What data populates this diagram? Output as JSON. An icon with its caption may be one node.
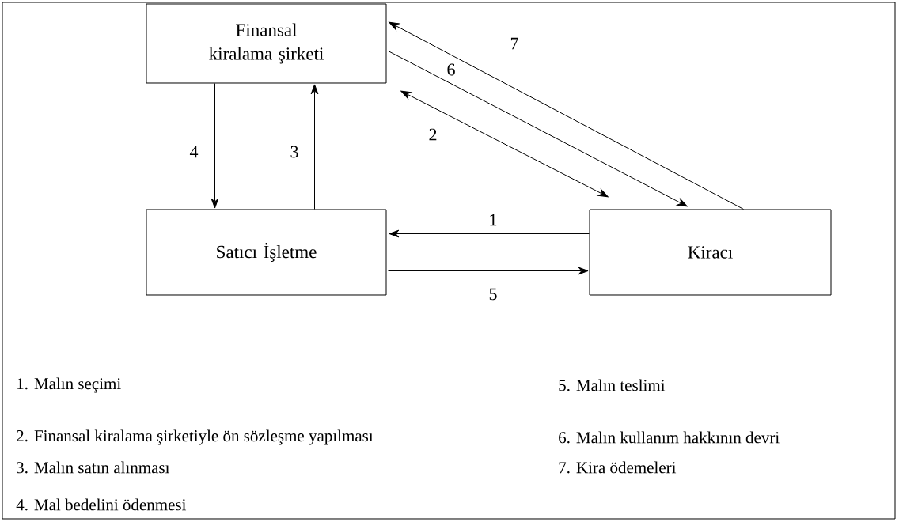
{
  "diagram": {
    "nodes": [
      {
        "text": [
          "Finansal kiralama şirketi"
        ]
      },
      {
        "text": [
          "Satıcı İşletme"
        ]
      },
      {
        "text": [
          "Kiracı"
        ]
      }
    ],
    "edges": [
      {
        "from": 2,
        "to": 0,
        "arrow": "to",
        "label": "7"
      },
      {
        "from": 0,
        "to": 2,
        "arrow": "to",
        "label": "6"
      },
      {
        "from": 0,
        "to": 2,
        "arrow": "both",
        "label": "2"
      },
      {
        "from": 0,
        "to": 1,
        "arrow": "to",
        "label": "4"
      },
      {
        "from": 1,
        "to": 0,
        "arrow": "to",
        "label": "3"
      },
      {
        "from": 2,
        "to": 1,
        "arrow": "to",
        "label": "1"
      },
      {
        "from": 1,
        "to": 2,
        "arrow": "to",
        "label": "5"
      }
    ],
    "labels": [
      "1. Malın seçimi",
      "5. Malın teslimi",
      "2. Finansal kiralama şirketiyle ön sözleşme yapılması",
      "6. Malın kullanım hakkının devri",
      "3. Malın satın alınması",
      "7. Kira ödemeleri",
      "4. Mal bedelini ödenmesi"
    ]
  }
}
